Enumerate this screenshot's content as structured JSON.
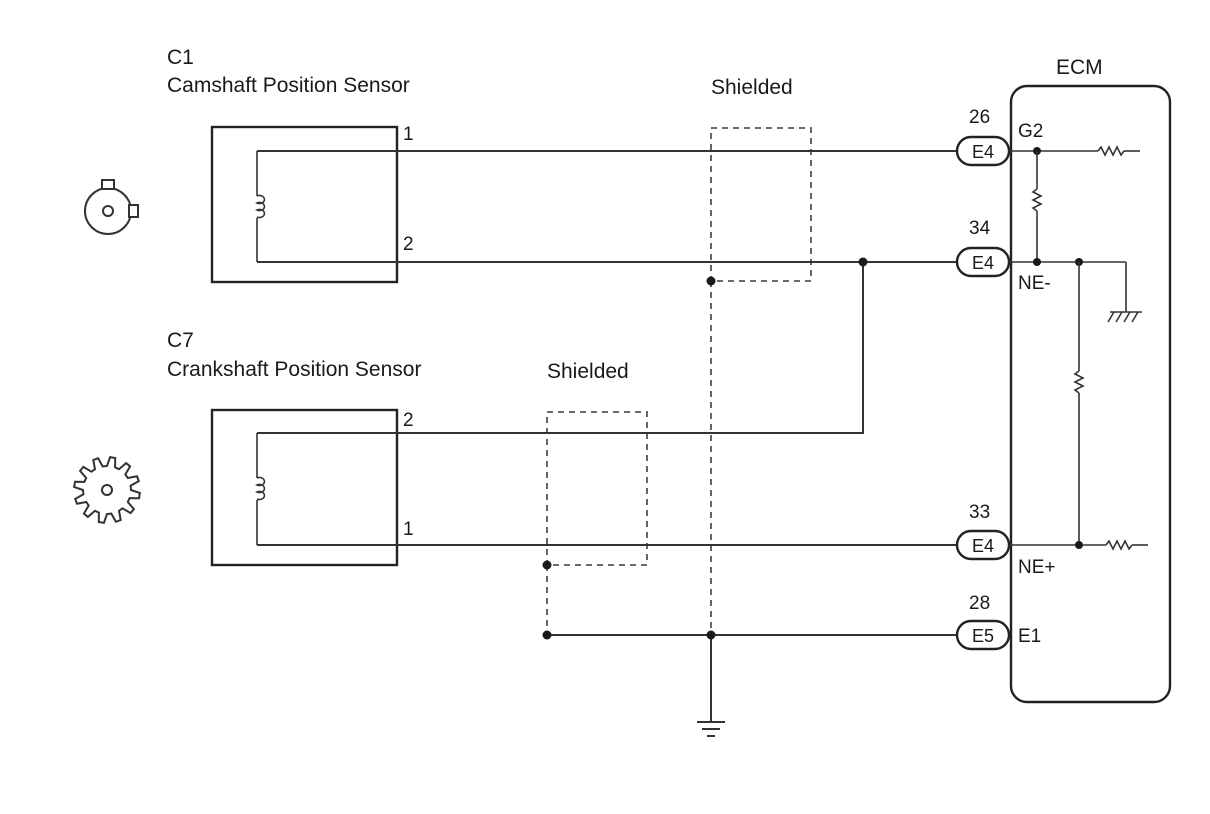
{
  "sensors": {
    "cam": {
      "code": "C1",
      "name": "Camshaft Position Sensor",
      "pin_top": "1",
      "pin_bottom": "2"
    },
    "crank": {
      "code": "C7",
      "name": "Crankshaft Position Sensor",
      "pin_top": "2",
      "pin_bottom": "1"
    }
  },
  "shields": {
    "upper_label": "Shielded",
    "lower_label": "Shielded"
  },
  "ecm": {
    "title": "ECM",
    "connectors": [
      {
        "pin": "26",
        "connector": "E4",
        "terminal": "G2"
      },
      {
        "pin": "34",
        "connector": "E4",
        "terminal": "NE-"
      },
      {
        "pin": "33",
        "connector": "E4",
        "terminal": "NE+"
      },
      {
        "pin": "28",
        "connector": "E5",
        "terminal": "E1"
      }
    ]
  },
  "icons": [
    "camshaft-rotor-icon",
    "crankshaft-gear-icon",
    "coil-icon",
    "resistor-icon",
    "ground-icon"
  ],
  "colors": {
    "line": "#333333",
    "text": "#1a1a1a",
    "background": "#ffffff"
  }
}
